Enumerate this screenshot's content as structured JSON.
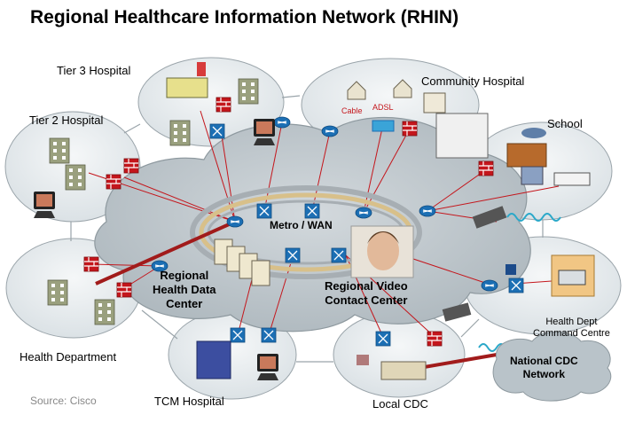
{
  "title": "Regional Healthcare Information Network (RHIN)",
  "source": "Source:  Cisco",
  "center_label": "Metro / WAN",
  "nodes": {
    "tier3": "Tier 3 Hospital",
    "tier2": "Tier 2 Hospital",
    "community": "Community Hospital",
    "school": "School",
    "health_dept": "Health Department",
    "health_dept_cc": "Health Dept\nCommand Centre",
    "tcm": "TCM Hospital",
    "local_cdc": "Local CDC",
    "national_cdc": "National CDC\nNetwork",
    "data_center": "Regional\nHealth Data\nCenter",
    "video_center": "Regional Video\nContact Center"
  },
  "link_labels": {
    "cable": "Cable",
    "adsl": "ADSL"
  },
  "colors": {
    "cloud": "#b9c3c9",
    "bubble": "#e6ebee",
    "ring_outer": "#a7aeb3",
    "ring_inner": "#d8c08a",
    "router": "#1c6fb4",
    "link_red": "#c4161c",
    "wireless": "#2aa8c9"
  }
}
